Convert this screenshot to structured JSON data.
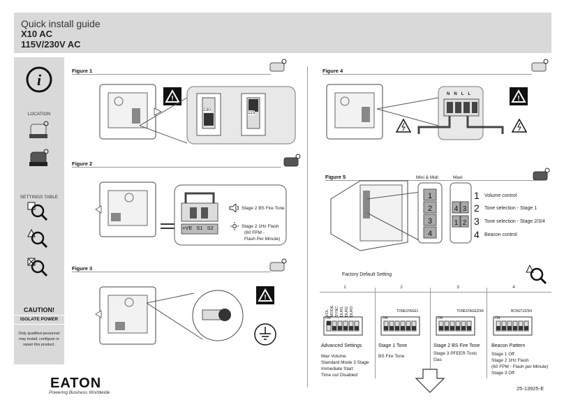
{
  "header": {
    "title": "Quick install guide",
    "model": "X10 AC",
    "voltage": "115V/230V AC"
  },
  "sidebar": {
    "location_label": "LOCATION",
    "settings_label": "SETTINGS TABLE",
    "caution": "CAUTION!",
    "isolate": "ISOLATE POWER",
    "qualified": "Only qualified personnel may install, configure or repair this product."
  },
  "figures": {
    "fig1": "Figure 1",
    "fig2": "Figure 2",
    "fig3": "Figure 3",
    "fig4": "Figure 4",
    "fig5": "Figure 5"
  },
  "fig1": {
    "switch_a": "230",
    "switch_b": "115"
  },
  "fig2": {
    "terminals": [
      "+VE",
      "S1",
      "S2"
    ],
    "stage2_bs": "Stage 2 BS Fire Tone",
    "stage2_flash_1": "Stage 2 1Hz Flash",
    "stage2_flash_2": "(60 FPM -",
    "stage2_flash_3": "Flash Per Minute)"
  },
  "fig4": {
    "terminal_labels": [
      "N",
      "N",
      "L",
      "L"
    ]
  },
  "fig5": {
    "mini_midi": "Mini & Midi",
    "maxi": "Maxi",
    "legend": [
      {
        "num": "1",
        "label": "Volume control"
      },
      {
        "num": "2",
        "label": "Tone selection - Stage 1"
      },
      {
        "num": "3",
        "label": "Tone selection - Stage 2/3/4"
      },
      {
        "num": "4",
        "label": "Beacon control"
      }
    ]
  },
  "factory": {
    "title": "Factory Default Setting",
    "columns": [
      "1",
      "2",
      "3",
      "4"
    ],
    "col1_vert": [
      "VOL",
      "MODE",
      "SYNC",
      "DUR1",
      "DUR2",
      "DUR3"
    ],
    "col2_head": "TONESTAGE1",
    "col3_head": "TONESTAGE2/3/4",
    "col4_head": "BCNST1/2/3/4",
    "on_label": "ON",
    "col1_title": "Advanced Settings",
    "col1_desc": [
      "Max Volume",
      "Standard Mode 3 Stage",
      "Immediate Start",
      "Time out Disabled"
    ],
    "col2_title": "Stage 1 Tone",
    "col2_desc": [
      "BS Fire Tone"
    ],
    "col3_title": "Stage 2 BS Fire Tone",
    "col3_desc": [
      "Stage 3 PFEER Toxic",
      "Gas"
    ],
    "col4_title": "Beacon Pattern",
    "col4_desc": [
      "Stage 1 Off",
      "Stage 2 1Hz Flash",
      "(60 FPM - Flash per Minute)",
      "Stage 3 Off"
    ]
  },
  "footer": {
    "brand": "EATON",
    "tagline": "Powering Business Worldwide",
    "doc_number": "25-13925-E"
  }
}
